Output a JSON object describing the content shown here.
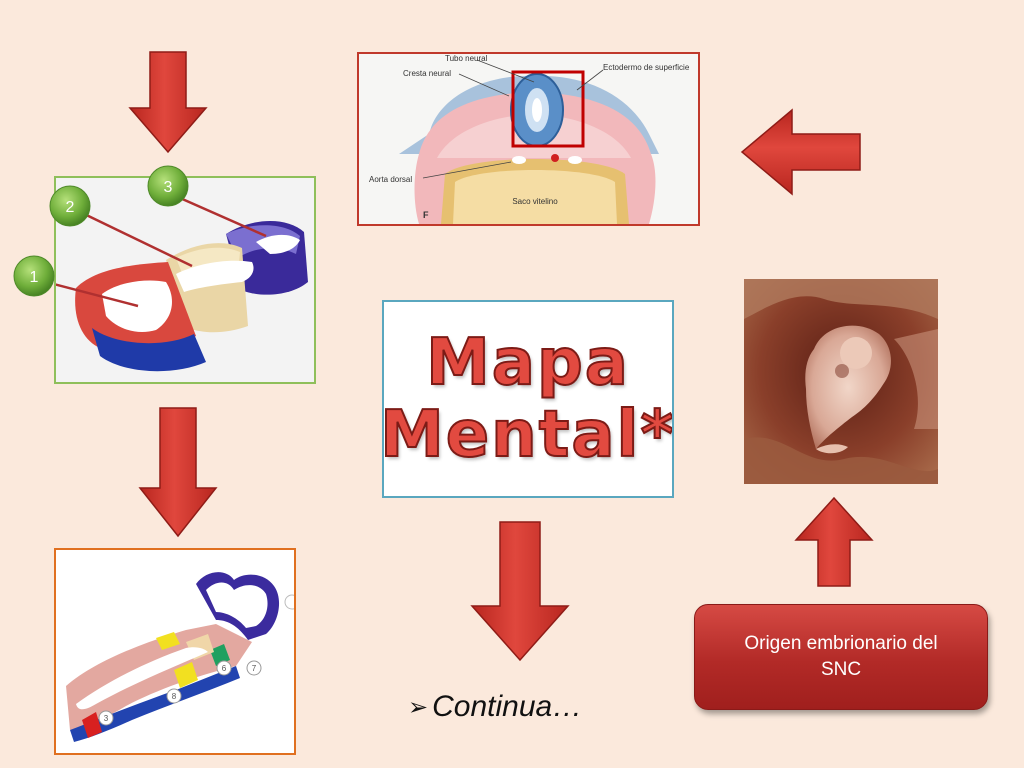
{
  "title": {
    "line1": "Mapa",
    "line2": "Mental*"
  },
  "cross_section": {
    "labels": {
      "tubo_neural": "Tubo neural",
      "cresta_neural": "Cresta neural",
      "ectodermo": "Ectodermo de superficie",
      "aorta": "Aorta dorsal",
      "saco": "Saco vitelino",
      "figure_letter": "F"
    }
  },
  "neural_tube_markers": [
    "1",
    "2",
    "3"
  ],
  "detail_markers": [
    "6",
    "7",
    "8",
    "3"
  ],
  "origin_button": {
    "line1": "Origen embrionario del",
    "line2": "SNC"
  },
  "continua": {
    "bullet": "➢",
    "text": "Continua…"
  },
  "colors": {
    "background": "#fbe9dc",
    "arrow_red": "#c0302a",
    "title_red": "#e24a40",
    "green_frame": "#8fbf5a",
    "red_frame": "#c0392b",
    "teal_frame": "#5aa7bf",
    "orange_frame": "#e07020"
  }
}
